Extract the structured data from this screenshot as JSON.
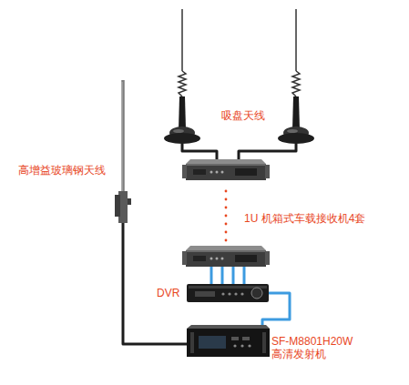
{
  "diagram": {
    "nodes": [
      {
        "text": [
          "吸盘天线"
        ]
      },
      {
        "text": [
          "高增益玻璃钢天线"
        ]
      },
      {
        "text": [
          "1U 机箱式车载接收机4套"
        ]
      },
      {
        "text": [
          "DVR"
        ]
      },
      {
        "text": [
          "SF-M8801H20W 高清发射机"
        ]
      }
    ],
    "edges": [
      {
        "from": 0,
        "to": 2,
        "arrow": "none"
      },
      {
        "from": 0,
        "to": 2,
        "arrow": "none"
      },
      {
        "from": 2,
        "to": 3,
        "arrow": "none"
      },
      {
        "from": 2,
        "to": 3,
        "arrow": "none"
      },
      {
        "from": 2,
        "to": 3,
        "arrow": "none"
      },
      {
        "from": 2,
        "to": 3,
        "arrow": "none"
      },
      {
        "from": 3,
        "to": 4,
        "arrow": "none"
      },
      {
        "from": 1,
        "to": 4,
        "arrow": "none"
      }
    ]
  }
}
